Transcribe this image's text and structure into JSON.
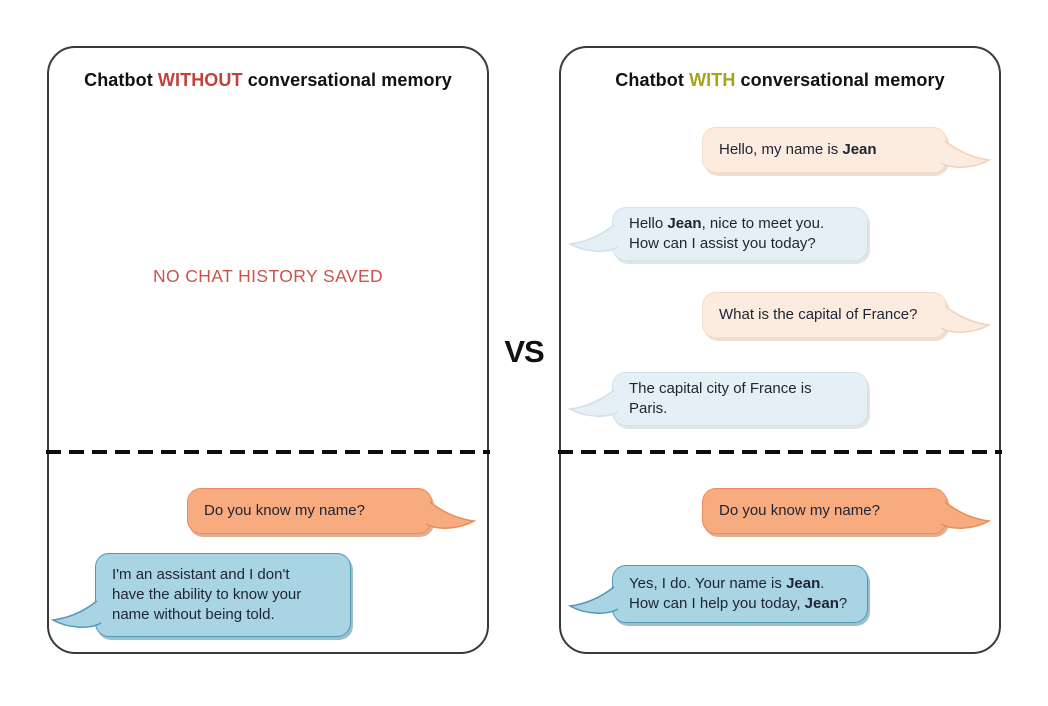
{
  "vs_label": "VS",
  "colors": {
    "panel_border": "#3a3a3a",
    "title_highlight_without": "#c2423a",
    "title_highlight_with": "#a7a31b",
    "empty_state_text": "#c8544b",
    "user_bubble_strong": "#f8ab7f",
    "bot_bubble_strong": "#a9d4e4",
    "user_bubble_pale": "#fcebdf",
    "bot_bubble_pale": "#e4eff6"
  },
  "left_panel": {
    "title_prefix": "Chatbot ",
    "title_highlight": "WITHOUT",
    "title_suffix": " conversational memory",
    "empty_state": "NO CHAT HISTORY SAVED",
    "messages": [
      {
        "role": "user",
        "segments": [
          {
            "text": "Do you know my name?"
          }
        ]
      },
      {
        "role": "bot",
        "segments": [
          {
            "text": "I'm an assistant and I don't"
          },
          {
            "br": true
          },
          {
            "text": "have the ability to know your"
          },
          {
            "br": true
          },
          {
            "text": "name without being told."
          }
        ]
      }
    ]
  },
  "right_panel": {
    "title_prefix": "Chatbot ",
    "title_highlight": "WITH",
    "title_suffix": " conversational memory",
    "messages": [
      {
        "role": "user",
        "segments": [
          {
            "text": "Hello, my name is "
          },
          {
            "text": "Jean",
            "bold": true
          }
        ]
      },
      {
        "role": "bot",
        "segments": [
          {
            "text": "Hello "
          },
          {
            "text": "Jean",
            "bold": true
          },
          {
            "text": ", nice to meet you."
          },
          {
            "br": true
          },
          {
            "text": "How can I assist you today?"
          }
        ]
      },
      {
        "role": "user",
        "segments": [
          {
            "text": "What is the capital of France?"
          }
        ]
      },
      {
        "role": "bot",
        "segments": [
          {
            "text": "The capital city of France is"
          },
          {
            "br": true
          },
          {
            "text": "Paris."
          }
        ]
      },
      {
        "role": "user",
        "segments": [
          {
            "text": "Do you know my name?"
          }
        ]
      },
      {
        "role": "bot",
        "segments": [
          {
            "text": "Yes, I do. Your name is "
          },
          {
            "text": "Jean",
            "bold": true
          },
          {
            "text": "."
          },
          {
            "br": true
          },
          {
            "text": "How can I help you today, "
          },
          {
            "text": "Jean",
            "bold": true
          },
          {
            "text": "?"
          }
        ]
      }
    ]
  }
}
